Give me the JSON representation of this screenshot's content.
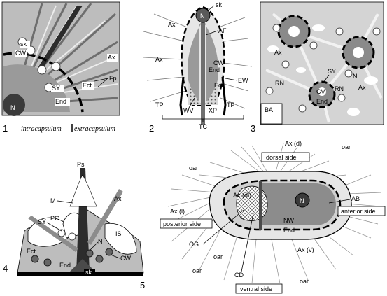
{
  "panel1": {
    "number": "1",
    "labels": {
      "sk": "sk",
      "cw": "CW",
      "ax": "Ax",
      "fp": "Fp",
      "sy": "SY",
      "ect": "Ect",
      "end": "End",
      "n": "N"
    },
    "intracapsulum": "intracapsulum",
    "extracapsulum": "extracapsulum"
  },
  "panel2": {
    "number": "2",
    "labels": {
      "sk": "sk",
      "n": "N",
      "ax1": "Ax",
      "af": "AF",
      "ax2": "Ax",
      "cw": "CW",
      "end": "End",
      "ect": "Ect",
      "ew": "EW",
      "tp1": "TP",
      "wv": "WV",
      "xp": "XP",
      "tp2": "TP",
      "tc": "TC"
    }
  },
  "panel3": {
    "number": "3",
    "labels": {
      "ax1": "Ax",
      "sy": "SY",
      "rn1": "RN",
      "rn2": "RN",
      "cv": "CV",
      "end": "End",
      "n": "N",
      "ax2": "Ax",
      "ba": "BA"
    }
  },
  "panel4": {
    "number": "4",
    "labels": {
      "ps": "Ps",
      "ax": "Ax",
      "m": "M",
      "sy": "SY",
      "pc": "PC",
      "is": "IS",
      "n": "N",
      "ect": "Ect",
      "end": "End",
      "cw": "CW",
      "sk": "sk"
    }
  },
  "panel5": {
    "number": "5",
    "labels": {
      "axd": "Ax (d)",
      "oar1": "oar",
      "oar2": "oar",
      "axdl": "Ax (dl)",
      "ab": "AB",
      "axl": "Ax (l)",
      "n": "N",
      "nw": "NW",
      "end": "End",
      "axv": "Ax (v)",
      "og": "OG",
      "cd": "CD",
      "oar3": "oar",
      "oar4": "oar",
      "oar5": "oar"
    },
    "boxes": {
      "dorsal": "dorsal side",
      "anterior": "anterior side",
      "posterior": "posterior side",
      "ventral": "ventral side"
    }
  },
  "colors": {
    "dark": "#4a4a4a",
    "mid": "#8c8c8c",
    "light": "#cfcfcf",
    "pale": "#e6e6e6",
    "line": "#000000"
  }
}
